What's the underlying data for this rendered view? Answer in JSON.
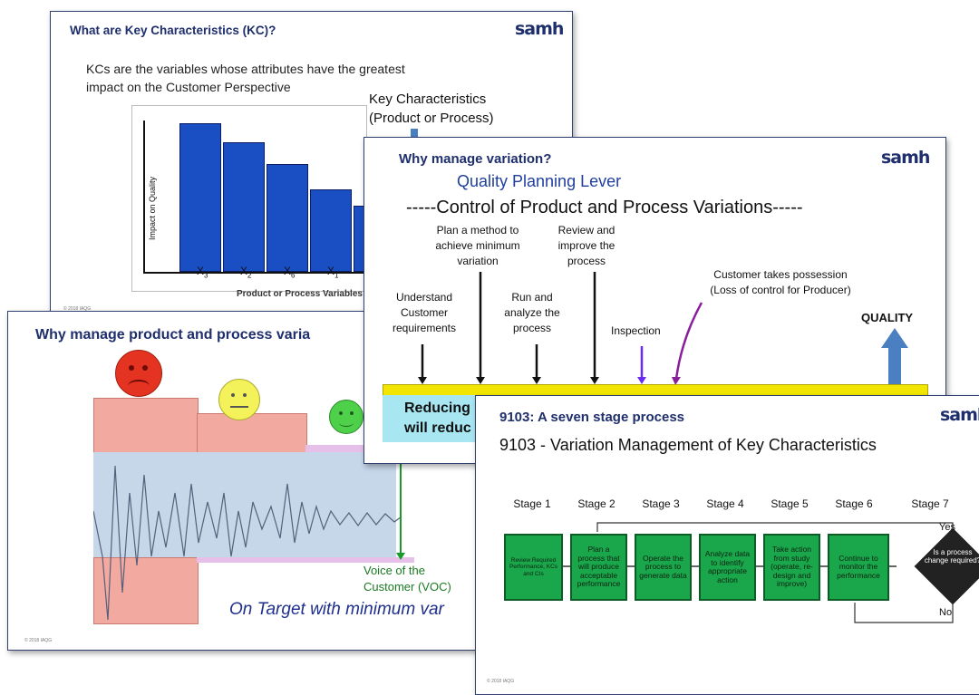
{
  "brand": "samh",
  "slide1": {
    "title": "What are Key Characteristics (KC)?",
    "line1": "KCs are the variables whose attributes have the greatest",
    "line2": "impact on the Customer Perspective",
    "kc_line1": "Key Characteristics",
    "kc_line2": "(Product or Process)",
    "ylabel": "Impact on Quality",
    "xlabel": "Product or Process Variables",
    "x_labels": [
      "X",
      "X",
      "X",
      "X"
    ],
    "x_subs": [
      "3",
      "2",
      "6",
      "1"
    ],
    "footer": "© 2018 IAQG"
  },
  "slide2": {
    "title": "Why manage product and process varia",
    "voc_line1": "Voice of the",
    "voc_line2": "Customer (VOC)",
    "target": "On Target with minimum var",
    "footer": "© 2018 IAQG"
  },
  "slide3": {
    "title": "Why manage variation?",
    "subtitle": "Quality Planning Lever",
    "heading": "-----Control of Product and Process Variations-----",
    "plan_method": [
      "Plan a method to",
      "achieve minimum",
      "variation"
    ],
    "review": [
      "Review and",
      "improve the",
      "process"
    ],
    "customer_takes": [
      "Customer takes possession",
      "(Loss of control for Producer)"
    ],
    "understand": [
      "Understand",
      "Customer",
      "requirements"
    ],
    "run": [
      "Run and",
      "analyze the",
      "process"
    ],
    "inspection": "Inspection",
    "quality": "QUALITY",
    "reducing1": "Reducing",
    "reducing2": "will reduc"
  },
  "slide4": {
    "title": "9103: A seven stage process",
    "subtitle": "9103 - Variation Management of Key Characteristics",
    "stages": [
      "Stage 1",
      "Stage 2",
      "Stage 3",
      "Stage 4",
      "Stage 5",
      "Stage 6",
      "Stage 7"
    ],
    "boxes": [
      "Review Required Performance, KCs and CIs",
      "Plan a process that will produce acceptable performance",
      "Operate the process to generate data",
      "Analyze data to identify appropriate action",
      "Take action from study (operate, re-design and improve)",
      "Continue to monitor the performance"
    ],
    "decision": "Is a process change required?",
    "yes": "Yes",
    "no": "No",
    "footer": "© 2018 IAQG"
  },
  "colors": {
    "title_blue": "#1f2f6e",
    "bar_blue": "#1a4fc4",
    "box_green": "#1aa64b",
    "band_yellow": "#f2e600",
    "arrow_blue": "#4a7fc1",
    "purple": "#8a1f9c"
  }
}
